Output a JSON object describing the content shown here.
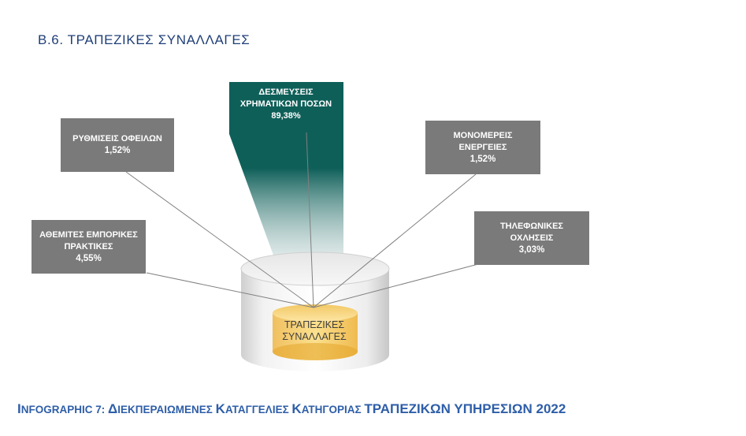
{
  "heading": "Β.6. ΤΡΑΠΕΖΙΚΕΣ ΣΥΝΑΛΛΑΓΕΣ",
  "center": {
    "line1": "ΤΡΑΠΕΖΙΚΕΣ",
    "line2": "ΣΥΝΑΛΛΑΓΕΣ"
  },
  "categories": {
    "top": {
      "line1": "ΔΕΣΜΕΥΣΕΙΣ",
      "line2": "ΧΡΗΜΑΤΙΚΩΝ ΠΟΣΩΝ",
      "value": "89,38%"
    },
    "debt": {
      "line1": "ΡΥΘΜΙΣΕΙΣ ΟΦΕΙΛΩΝ",
      "value": "1,52%"
    },
    "unfair": {
      "line1": "ΑΘΕΜΙΤΕΣ ΕΜΠΟΡΙΚΕΣ",
      "line2": "ΠΡΑΚΤΙΚΕΣ",
      "value": "4,55%"
    },
    "unilateral": {
      "line1": "ΜΟΝΟΜΕΡΕΙΣ",
      "line2": "ΕΝΕΡΓΕΙΕΣ",
      "value": "1,52%"
    },
    "phone": {
      "line1": "ΤΗΛΕΦΩΝΙΚΕΣ",
      "line2": "ΟΧΛΗΣΕΙΣ",
      "value": "3,03%"
    }
  },
  "caption": {
    "p1a": "I",
    "p1b": "NFOGRAPHIC 7: ",
    "p2a": "Δ",
    "p2b": "ΙΕΚΠΕΡΑΙΩΜΕΝΕΣ ",
    "p3a": "Κ",
    "p3b": "ΑΤΑΓΓΕΛΙΕΣ ",
    "p4a": "Κ",
    "p4b": "ΑΤΗΓΟΡΙΑΣ ",
    "p5": "ΤΡΑΠΕΖΙΚΩΝ ΥΠΗΡΕΣΙΩΝ 2022"
  },
  "colors": {
    "heading": "#1f3f78",
    "box": "#7a7a7a",
    "teal": "#0f5f59",
    "gold": "#e8b23a",
    "caption": "#2e5ea8"
  }
}
